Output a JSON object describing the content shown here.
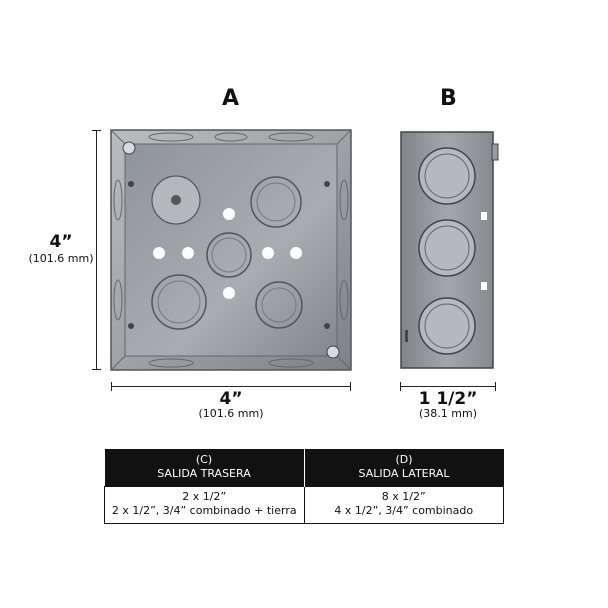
{
  "labels": {
    "a": "A",
    "b": "B"
  },
  "dimensions": {
    "height_main": "4”",
    "height_sub": "(101.6 mm)",
    "width_main": "4”",
    "width_sub": "(101.6 mm)",
    "depth_main": "1 1/2”",
    "depth_sub": "(38.1 mm)"
  },
  "table": {
    "col1": {
      "code": "(C)",
      "title": "SALIDA TRASERA",
      "line1": "2 x 1/2”",
      "line2": "2 x 1/2”, 3/4” combinado + tierra"
    },
    "col2": {
      "code": "(D)",
      "title": "SALIDA LATERAL",
      "line1": "8 x 1/2”",
      "line2": "4 x 1/2”, 3/4” combinado"
    }
  },
  "colors": {
    "metal_light": "#c9ccd0",
    "metal_dark": "#6e7378",
    "header_bg": "#111111"
  }
}
